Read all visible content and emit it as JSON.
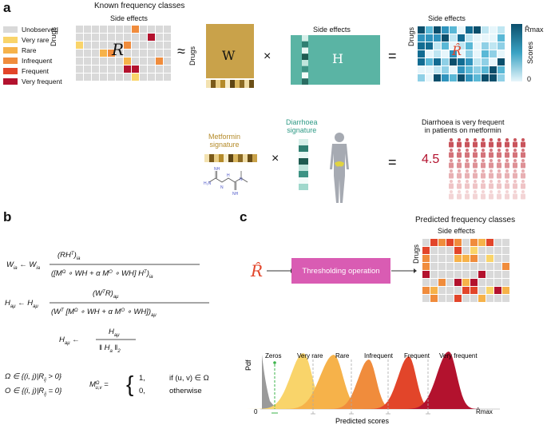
{
  "panel_a": {
    "letter": "a",
    "title": "Known frequency classes",
    "legend": [
      {
        "label": "Unobserved",
        "color": "#d9d9d9"
      },
      {
        "label": "Very rare",
        "color": "#f9d46a"
      },
      {
        "label": "Rare",
        "color": "#f6b24a"
      },
      {
        "label": "Infrequent",
        "color": "#f08c3c"
      },
      {
        "label": "Frequent",
        "color": "#e2452a"
      },
      {
        "label": "Very frequent",
        "color": "#b3122e"
      }
    ],
    "side_effects_label": "Side effects",
    "drugs_label": "Drugs",
    "r_label": "R",
    "approx_symbol": "≈",
    "w_label": "W",
    "h_label": "H",
    "h_side_effects_label": "Side effects",
    "times_symbol": "×",
    "equals_symbol": "=",
    "rhat_label": "R̂",
    "rhat_side_effects_label": "Side effects",
    "rhat_drugs_label": "Drugs",
    "colorbar_top": "R̂max",
    "colorbar_title": "Scores",
    "colorbar_bottom": "0",
    "metformin_signature": "Metformin\nsignature",
    "diarrhoea_signature": "Diarrhoea\nsignature",
    "example_times": "×",
    "example_equals": "=",
    "example_score": "4.5",
    "example_caption": "Diarrhoea is very frequent\nin patients on metformin"
  },
  "panel_b": {
    "letter": "b"
  },
  "panel_c": {
    "letter": "c",
    "title": "Predicted frequency classes",
    "side_effects_label": "Side effects",
    "drugs_label": "Drugs",
    "rhat_label": "R̂",
    "operation_label": "Thresholding operation",
    "operation_color": "#d95cb3",
    "ylabel": "Pdf",
    "xlabel": "Predicted scores",
    "x_origin": "0",
    "x_max": "R̂max",
    "classes": [
      "Zeros",
      "Very rare",
      "Rare",
      "Infrequent",
      "Frequent",
      "Very frequent"
    ]
  }
}
